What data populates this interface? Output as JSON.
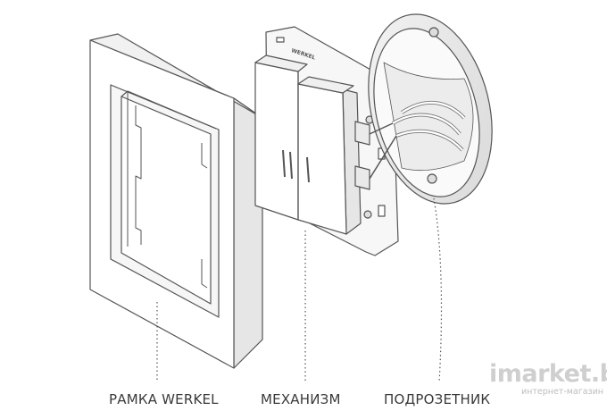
{
  "labels": {
    "frame": "РАМКА WERKEL",
    "mechanism": "МЕХАНИЗМ",
    "box": "ПОДРОЗЕТНИК"
  },
  "mechanism_brand": "WERKEL",
  "watermark": {
    "logo": "imarket.by",
    "subtitle": "интернет-магазин"
  },
  "colors": {
    "line": "#555555",
    "fill": "#ffffff",
    "shade": "#e4e4e4",
    "label": "#3a3a3a"
  }
}
